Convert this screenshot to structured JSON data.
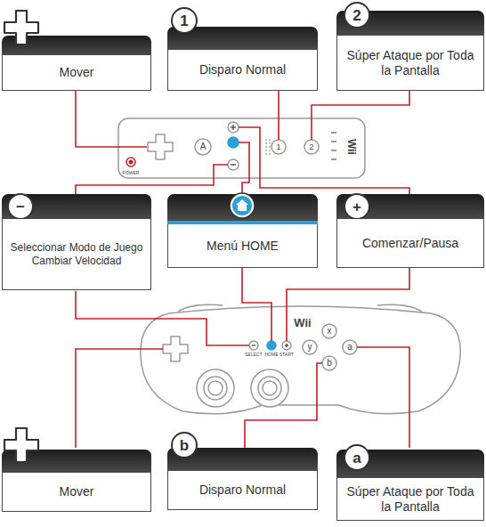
{
  "diagram": {
    "nodes": [
      {
        "text": [
          "Mover"
        ]
      },
      {
        "text": [
          "1",
          "Disparo Normal"
        ]
      },
      {
        "text": [
          "2",
          "Súper Ataque por Toda la Pantalla"
        ]
      },
      {
        "text": [
          "−",
          "Seleccionar Modo de Juego Cambiar Velocidad"
        ]
      },
      {
        "text": [
          "Menú HOME"
        ]
      },
      {
        "text": [
          "+",
          "Comenzar/Pausa"
        ]
      },
      {
        "text": [
          "Mover"
        ]
      },
      {
        "text": [
          "b",
          "Disparo Normal"
        ]
      },
      {
        "text": [
          "a",
          "Súper Ataque por Toda la Pantalla"
        ]
      }
    ],
    "labels": [
      "POWER",
      "A",
      "1",
      "2",
      "Wii",
      "Wii",
      "SELECT",
      "HOME",
      "START",
      "x",
      "y",
      "a",
      "b"
    ]
  }
}
